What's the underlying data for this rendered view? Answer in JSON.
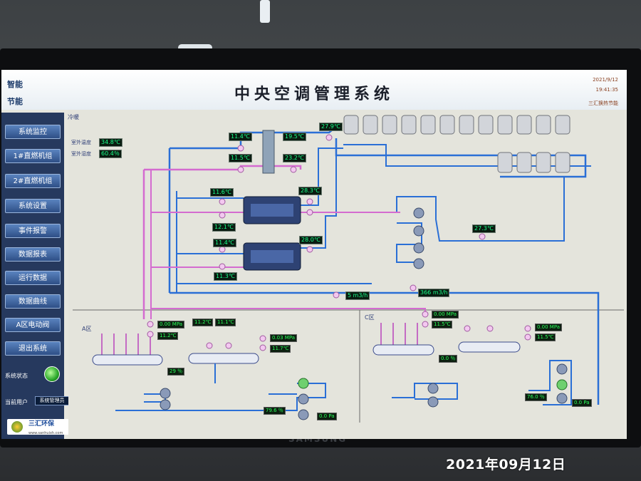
{
  "header": {
    "title": "中央空调管理系统",
    "left_lines": [
      "智能",
      "节能"
    ],
    "right_date": "2021/9/12",
    "right_time": "19:41:35",
    "right_note": "三汇换热节能"
  },
  "sidebar": {
    "items": [
      {
        "label": "系统监控"
      },
      {
        "label": "1#直燃机组"
      },
      {
        "label": "2#直燃机组"
      },
      {
        "label": "系统设置"
      },
      {
        "label": "事件报警"
      },
      {
        "label": "数据报表"
      },
      {
        "label": "运行数据"
      },
      {
        "label": "数据曲线"
      },
      {
        "label": "A区电动阀"
      },
      {
        "label": "退出系统"
      }
    ],
    "status_label": "系统状态",
    "user_label": "当前用户",
    "user_value": "系统管理员",
    "logo_name": "三汇环保",
    "logo_url": "www.sanhuixh.com"
  },
  "main": {
    "section_label": "冷暖",
    "outdoor": [
      {
        "label": "室外温度",
        "value": "34.8℃"
      },
      {
        "label": "室外湿度",
        "value": "60.4％"
      }
    ],
    "readings": {
      "r1": "11.4℃",
      "r2": "19.5℃",
      "r3": "27.9℃",
      "r4": "11.5℃",
      "r5": "23.2℃",
      "r6": "11.6℃",
      "r7": "28.3℃",
      "r8": "12.1℃",
      "r9": "27.3℃",
      "r10": "11.4℃",
      "r11": "28.0℃",
      "r12": "11.3℃",
      "r13": "5 m3/h",
      "r14": "366 m3/h"
    },
    "zone_a": {
      "label": "A区",
      "readings": [
        "0.00 MPa",
        "11.2℃",
        "11.2℃",
        "11.1℃",
        "0.03 MPa",
        "11.7℃",
        "29 ％",
        "79.6 ％",
        "0.0 Pa"
      ]
    },
    "zone_c": {
      "label": "C区",
      "readings": [
        "0.00 MPa",
        "11.5℃",
        "0.00 MPa",
        "11.5℃",
        "0.0 ％",
        "76.0 ％",
        "0.0 Pa"
      ]
    }
  },
  "photo": {
    "timestamp": "2021年09月12日",
    "monitor_brand": "SAMSUNG"
  }
}
